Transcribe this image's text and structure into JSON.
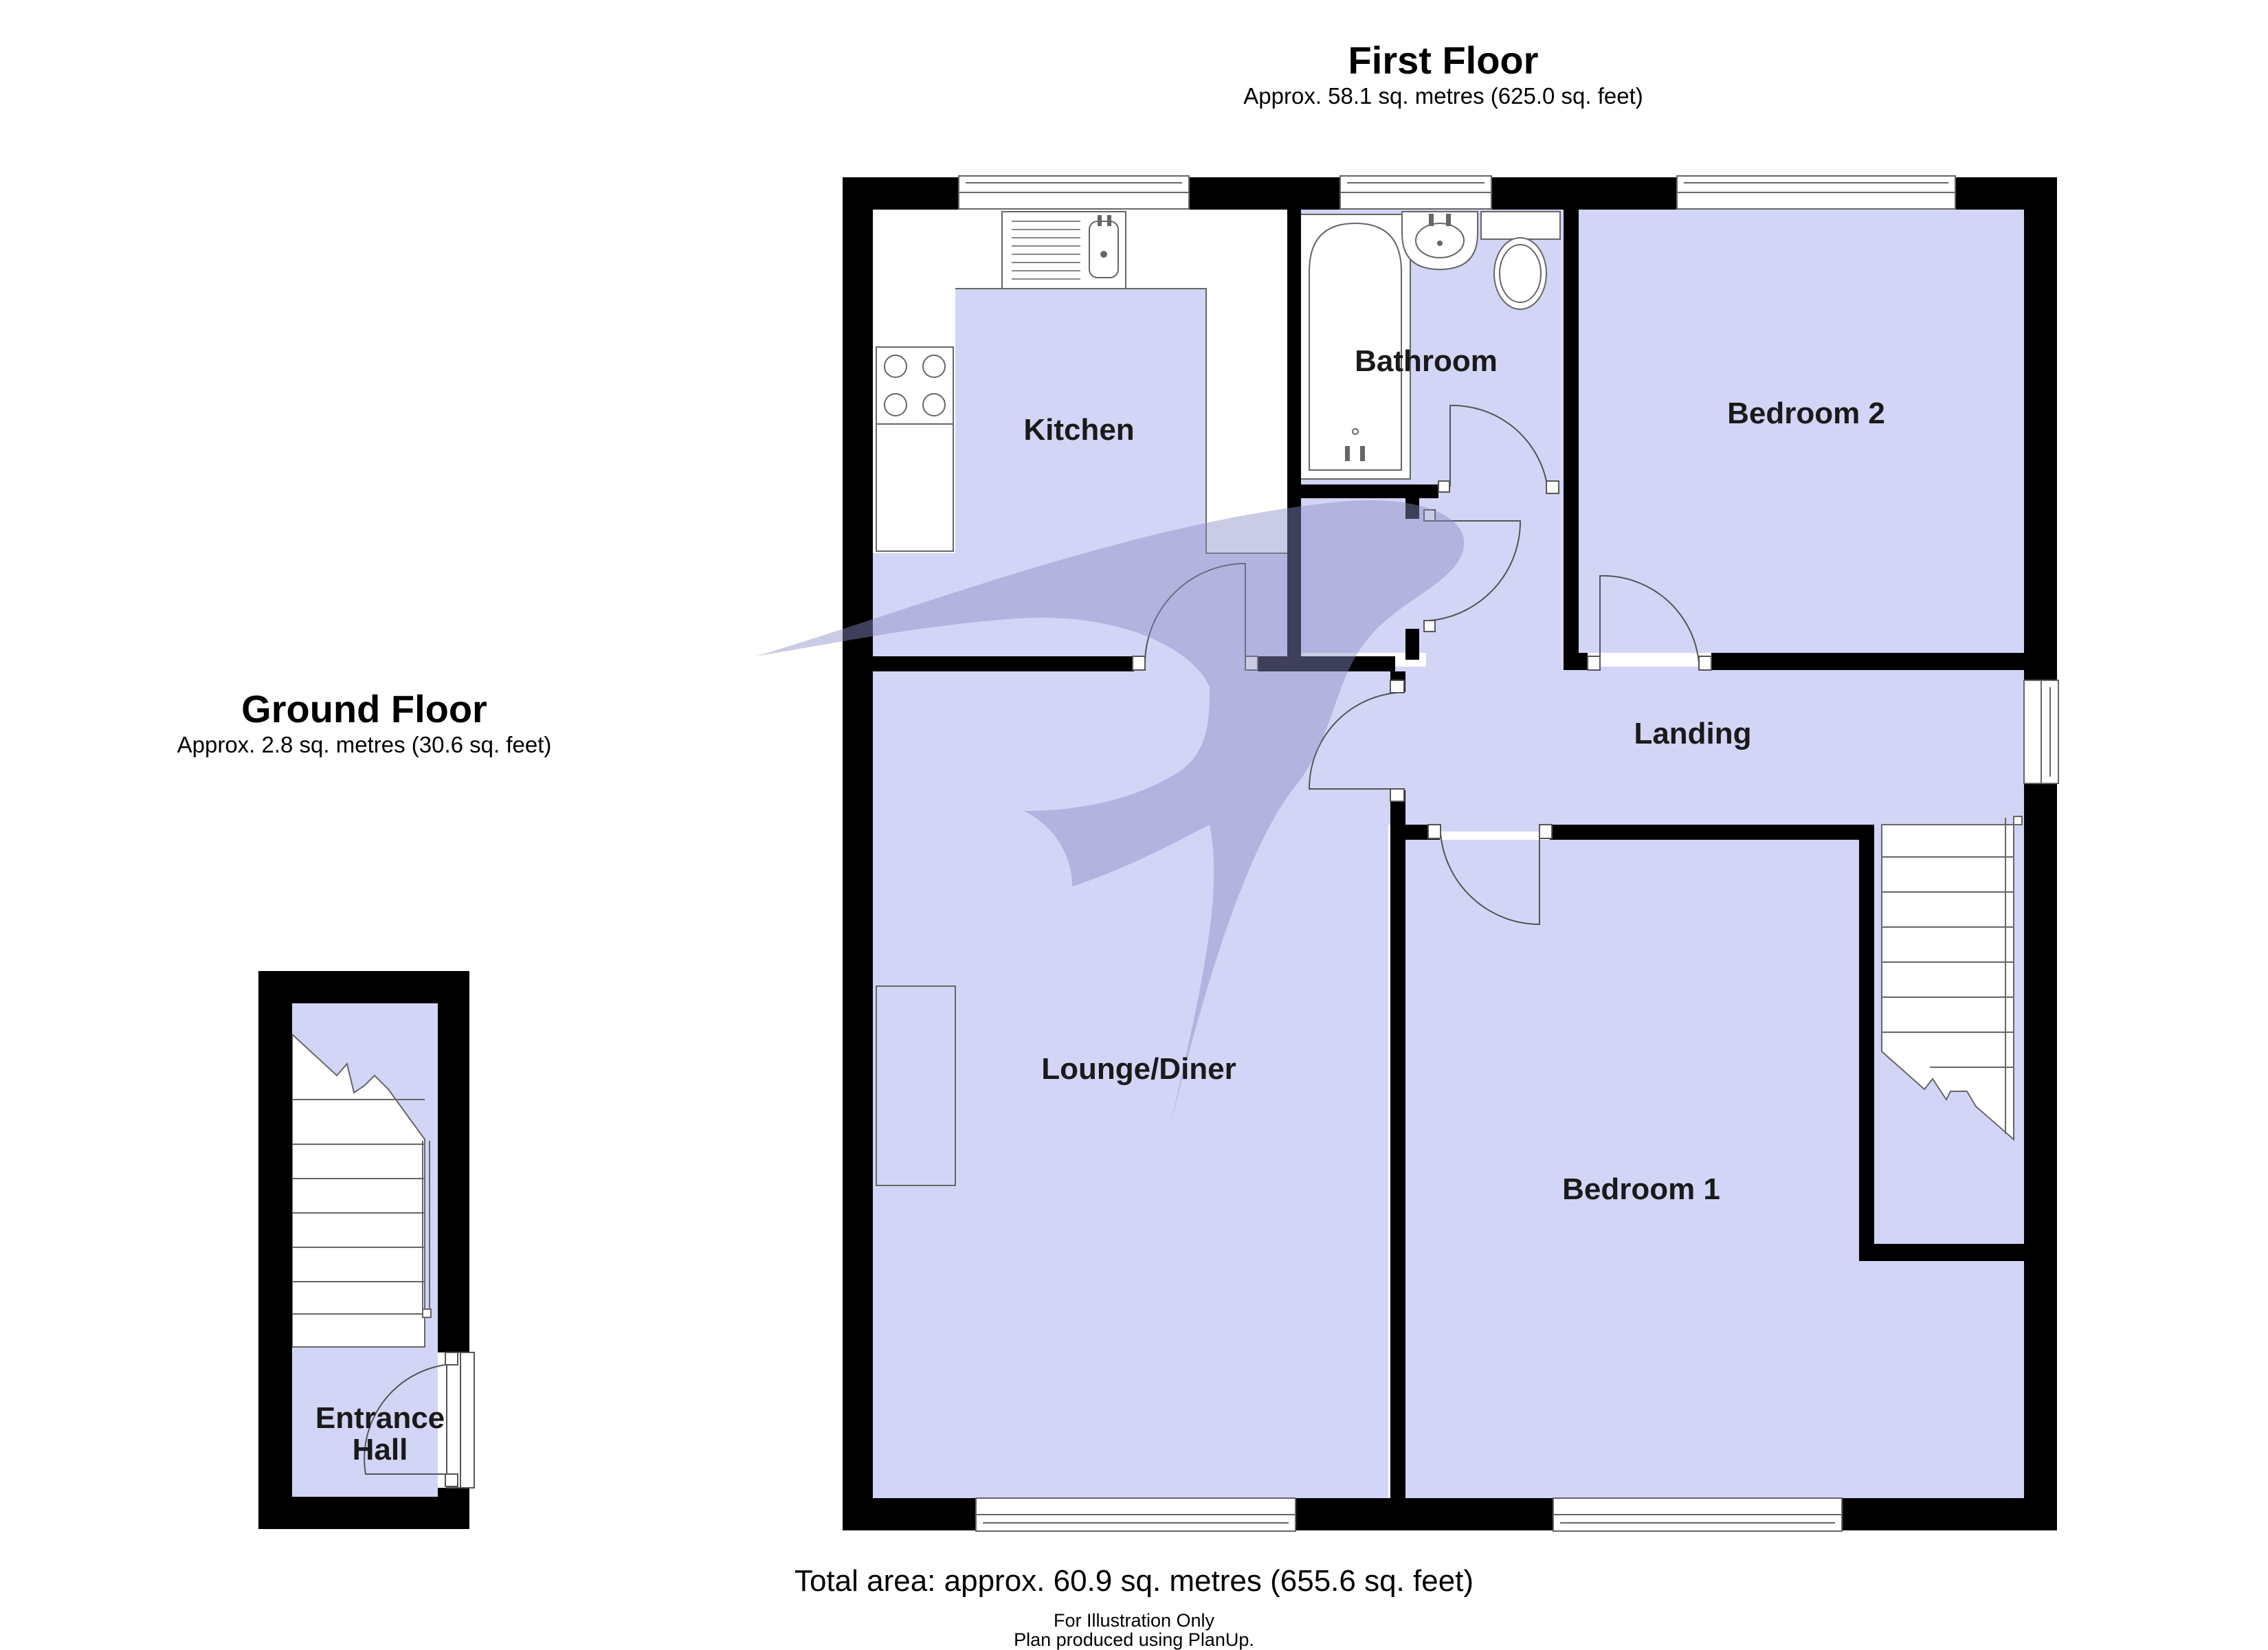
{
  "first_floor": {
    "title": "First Floor",
    "area": "Approx. 58.1 sq. metres (625.0 sq. feet)",
    "rooms": {
      "kitchen": "Kitchen",
      "bathroom": "Bathroom",
      "bedroom2": "Bedroom 2",
      "landing": "Landing",
      "lounge": "Lounge/Diner",
      "bedroom1": "Bedroom 1"
    }
  },
  "ground_floor": {
    "title": "Ground Floor",
    "area": "Approx. 2.8 sq. metres (30.6 sq. feet)",
    "rooms": {
      "entrance_line1": "Entrance",
      "entrance_line2": "Hall"
    }
  },
  "footer": {
    "total": "Total area: approx. 60.9 sq. metres (655.6 sq. feet)",
    "note1": "For Illustration Only",
    "note2": "Plan produced using PlanUp."
  },
  "colors": {
    "room_fill": "#d3d5f6",
    "wall": "#000000",
    "logo": "#8a8cc4"
  }
}
